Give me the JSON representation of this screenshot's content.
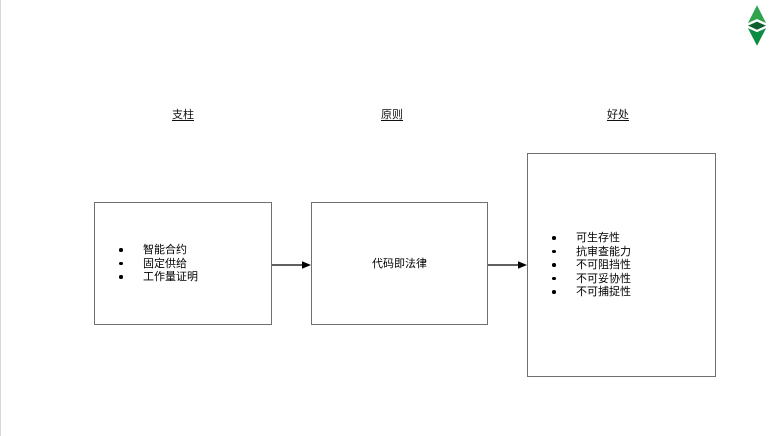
{
  "logo": {
    "label": "Ethereum Classic logo",
    "colors": {
      "top": "#2FA44D",
      "middle": "#0E5E2F",
      "bottom": "#0B8C42"
    }
  },
  "diagram": {
    "columns": [
      {
        "header": "支柱",
        "box": {
          "items": [
            "智能合约",
            "固定供给",
            "工作量证明"
          ]
        }
      },
      {
        "header": "原则",
        "box": {
          "text": "代码即法律"
        }
      },
      {
        "header": "好处",
        "box": {
          "items": [
            "可生存性",
            "抗审查能力",
            "不可阻挡性",
            "不可妥协性",
            "不可捕捉性"
          ]
        }
      }
    ],
    "styles": {
      "box_border_color": "#6f6f6f",
      "arrow_color": "#000000",
      "background": "#ffffff"
    }
  }
}
